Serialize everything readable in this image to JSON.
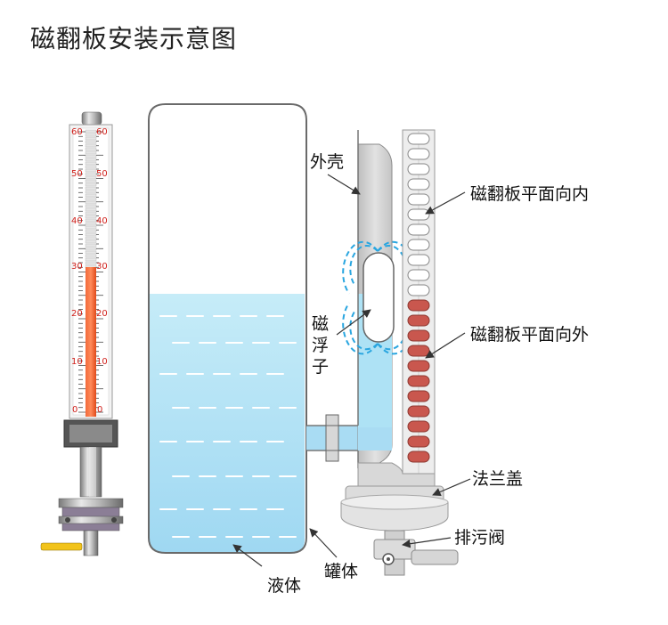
{
  "title": "磁翻板安装示意图",
  "labels": {
    "shell": "外壳",
    "float_1": "磁",
    "float_2": "浮",
    "float_3": "子",
    "panel_in": "磁翻板平面向内",
    "panel_out": "磁翻板平面向外",
    "flange_cover": "法兰盖",
    "drain_valve": "排污阀",
    "liquid": "液体",
    "tank": "罐体"
  },
  "scale": {
    "ticks": [
      "60",
      "50",
      "40",
      "30",
      "20",
      "10",
      "0"
    ]
  },
  "colors": {
    "liquid": "#aee2f5",
    "indicator": "#f04a1e",
    "scale_text": "#d0201b",
    "flip_red": "#c9574e",
    "field_lines": "#2aa6e0"
  }
}
